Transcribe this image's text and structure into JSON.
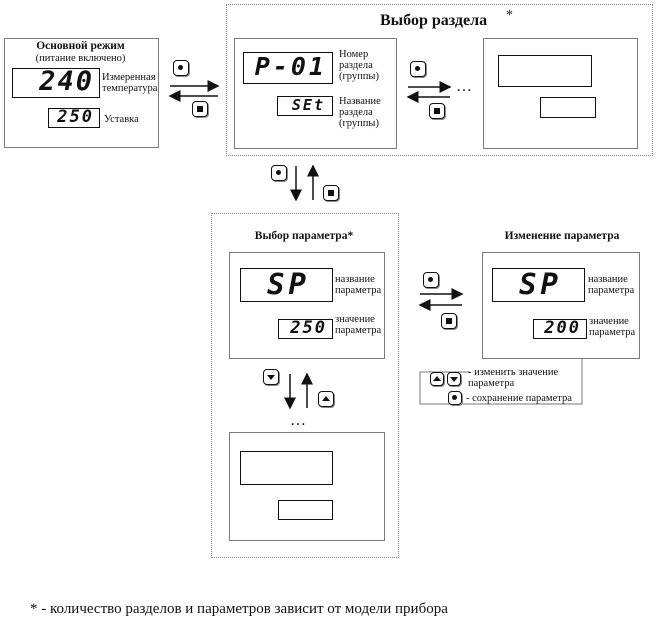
{
  "main_mode": {
    "title": "Основной режим",
    "subtitle": "(питание включено)",
    "display_value": "240",
    "display_label": "Измеренная температура",
    "setpoint_value": "250",
    "setpoint_label": "Уставка"
  },
  "section_select": {
    "title": "Выбор раздела",
    "asterisk": "*",
    "code_value": "P-01",
    "code_label": "Номер раздела (группы)",
    "name_value": "SEt",
    "name_label": "Название раздела (группы)",
    "ellipsis": "…"
  },
  "param_select": {
    "title": "Выбор параметра*",
    "name_value": "SP",
    "name_label": "название параметра",
    "value_value": "250",
    "value_label": "значение параметра",
    "ellipsis": "…"
  },
  "param_edit": {
    "title": "Изменение параметра",
    "name_value": "SP",
    "name_label": "название параметра",
    "value_value": "200",
    "value_label": "значение параметра",
    "legend_change": "- изменить значение параметра",
    "legend_save": "- сохранение параметра"
  },
  "footnote": "* - количество разделов и параметров зависит от модели прибора",
  "icons": [
    "set-button-icon",
    "stop-button-icon",
    "up-button-icon",
    "down-button-icon"
  ]
}
